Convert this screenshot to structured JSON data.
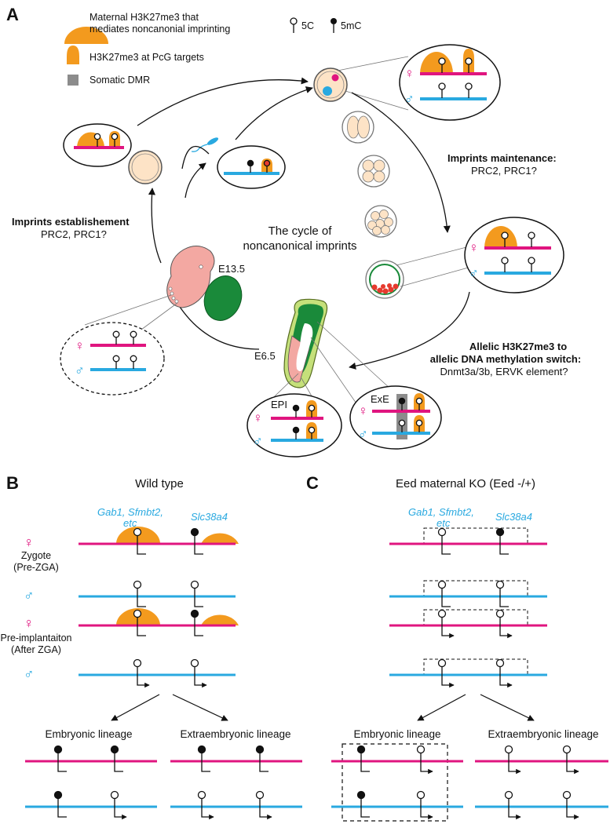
{
  "panels": {
    "a": "A",
    "b": "B",
    "c": "C"
  },
  "legend": {
    "maternal_line1": "Maternal H3K27me3 that",
    "maternal_line2": "mediates noncanonial imprinting",
    "pcg": "H3K27me3 at PcG targets",
    "dmr": "Somatic DMR",
    "fivec": "5C",
    "fivemc": "5mC"
  },
  "cycle": {
    "title1": "The cycle of",
    "title2": "noncanonical imprints",
    "establish_title": "Imprints establishement",
    "establish_sub": "PRC2, PRC1?",
    "maint_title": "Imprints maintenance:",
    "maint_sub": "PRC2, PRC1?",
    "switch1": "Allelic H3K27me3 to",
    "switch2": "allelic DNA methylation switch:",
    "switch3": "Dnmt3a/3b, ERVK element?",
    "e135": "E13.5",
    "e65": "E6.5",
    "epi": "EPI",
    "exe": "ExE"
  },
  "panel_b": {
    "title": "Wild type",
    "gene1_line1": "Gab1, Sfmbt2,",
    "gene1_line2": "etc",
    "gene2": "Slc38a4",
    "stage1_line1": "Zygote",
    "stage1_line2": "(Pre-ZGA)",
    "stage2_line1": "Pre-implantaiton",
    "stage2_line2": "(After ZGA)",
    "emb": "Embryonic lineage",
    "extra": "Extraembryonic lineage"
  },
  "panel_c": {
    "title": "Eed maternal KO (Eed -/+)",
    "gene1_line1": "Gab1, Sfmbt2,",
    "gene1_line2": "etc",
    "gene2": "Slc38a4",
    "emb": "Embryonic lineage",
    "extra": "Extraembryonic lineage"
  },
  "symbols": {
    "female": "♀",
    "male": "♂"
  },
  "colors": {
    "maternal": "#e0157f",
    "paternal": "#29a9e0",
    "h3k27me3": "#f39a1e",
    "dmr": "#8c8c8c",
    "placenta": "#1a8a3a",
    "embryo": "#f3a8a2"
  }
}
